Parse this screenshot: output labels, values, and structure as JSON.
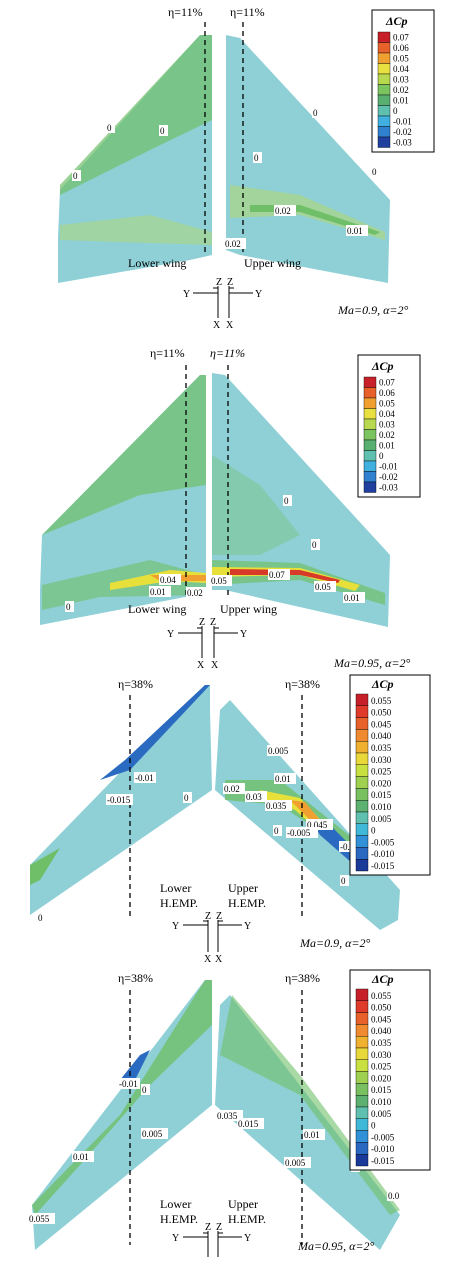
{
  "panels": [
    {
      "id": "a",
      "eta_left": "η=11%",
      "eta_right": "η=11%",
      "left_label": "Lower wing",
      "right_label": "Upper wing",
      "condition": "Ma=0.9, α=2°",
      "legend_title": "ΔCp",
      "legend_ticks": [
        "0.07",
        "0.06",
        "0.05",
        "0.04",
        "0.03",
        "0.02",
        "0.01",
        "0",
        "-0.01",
        "-0.02",
        "-0.03"
      ],
      "contour_labels": [
        "0",
        "0",
        "0",
        "0",
        "0",
        "0.02",
        "0.01",
        "0.02"
      ]
    },
    {
      "id": "b",
      "eta_left": "η=11%",
      "eta_right": "η=11%",
      "left_label": "Lower wing",
      "right_label": "Upper wing",
      "condition": "Ma=0.95, α=2°",
      "legend_title": "ΔCp",
      "legend_ticks": [
        "0.07",
        "0.06",
        "0.05",
        "0.04",
        "0.03",
        "0.02",
        "0.01",
        "0",
        "-0.01",
        "-0.02",
        "-0.03"
      ],
      "contour_labels": [
        "0",
        "0",
        "0.04",
        "0.01",
        "0.02",
        "0.05",
        "0.07",
        "0.05",
        "0.01",
        "0"
      ]
    },
    {
      "id": "c",
      "eta_left": "η=38%",
      "eta_right": "η=38%",
      "left_label_1": "Lower",
      "left_label_2": "H.EMP.",
      "right_label_1": "Upper",
      "right_label_2": "H.EMP.",
      "condition": "Ma=0.9, α=2°",
      "legend_title": "ΔCp",
      "legend_ticks": [
        "0.055",
        "0.050",
        "0.045",
        "0.040",
        "0.035",
        "0.030",
        "0.025",
        "0.020",
        "0.015",
        "0.010",
        "0.005",
        "0",
        "-0.005",
        "-0.010",
        "-0.015"
      ],
      "contour_labels": [
        "-0.01",
        "-0.015",
        "0",
        "0.005",
        "0.01",
        "0.02",
        "0.03",
        "0.035",
        "0.045",
        "-0.005",
        "-0.015",
        "0",
        "0",
        "0"
      ]
    },
    {
      "id": "d",
      "eta_left": "η=38%",
      "eta_right": "η=38%",
      "left_label_1": "Lower",
      "left_label_2": "H.EMP.",
      "right_label_1": "Upper",
      "right_label_2": "H.EMP.",
      "condition": "Ma=0.95, α=2°",
      "legend_title": "ΔCp",
      "legend_ticks": [
        "0.055",
        "0.050",
        "0.045",
        "0.040",
        "0.035",
        "0.030",
        "0.025",
        "0.020",
        "0.015",
        "0.010",
        "0.005",
        "0",
        "-0.005",
        "-0.010",
        "-0.015"
      ],
      "contour_labels": [
        "-0.01",
        "0",
        "0.005",
        "0.01",
        "0.055",
        "0.035",
        "0.015",
        "0.01",
        "0.005",
        "0",
        "0.0"
      ]
    }
  ],
  "axes": {
    "y": "Y",
    "z": "Z",
    "x": "X"
  },
  "colors": {
    "base": "#8ed0d6",
    "green": "#6fbf68",
    "lightgreen": "#a8d58c",
    "yellow": "#e8e03a",
    "orange": "#f0a030",
    "red": "#d83a2a",
    "blue": "#2a6ac0",
    "darkblue": "#1a3a9a"
  },
  "legend_colors_7": [
    "#c8202a",
    "#e8602a",
    "#f0a030",
    "#e8e040",
    "#b8d850",
    "#7cc460",
    "#58b070",
    "#60c0b0",
    "#40b0e0",
    "#3080d0",
    "#2040a0"
  ],
  "legend_colors_15": [
    "#c8202a",
    "#e03a2a",
    "#e8602a",
    "#f08a30",
    "#f0b030",
    "#e8d83a",
    "#c8e040",
    "#a0d050",
    "#78c060",
    "#5cb070",
    "#60c0b0",
    "#40b8d8",
    "#3090d8",
    "#2868c0",
    "#1a3a9a"
  ]
}
